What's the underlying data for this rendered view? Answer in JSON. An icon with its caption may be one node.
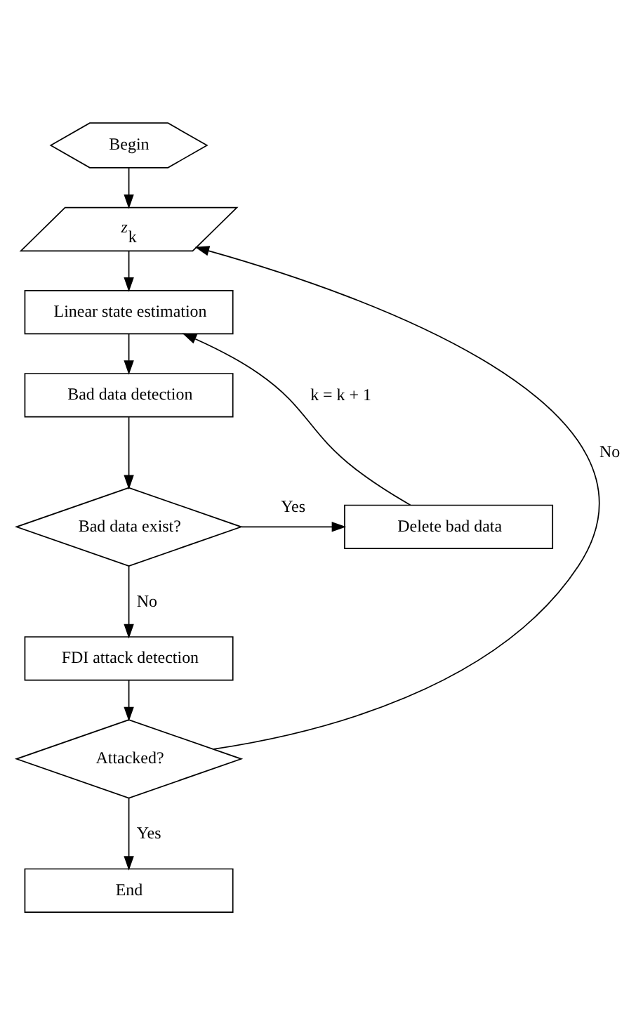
{
  "diagram": {
    "nodes": [
      {
        "text": [
          "Begin"
        ]
      },
      {
        "text": [
          "*z*$_{k}$"
        ]
      },
      {
        "text": [
          "Linear state estimation"
        ]
      },
      {
        "text": [
          "Bad data detection"
        ]
      },
      {
        "text": [
          "Bad data exist?"
        ]
      },
      {
        "text": [
          "Delete bad data"
        ]
      },
      {
        "text": [
          "FDI attack detection"
        ]
      },
      {
        "text": [
          "Attacked?"
        ]
      },
      {
        "text": [
          "End"
        ]
      }
    ],
    "edges": [
      {
        "from": 0,
        "to": 1,
        "arrow": "to"
      },
      {
        "from": 1,
        "to": 2,
        "arrow": "to"
      },
      {
        "from": 2,
        "to": 3,
        "arrow": "to"
      },
      {
        "from": 3,
        "to": 4,
        "arrow": "to"
      },
      {
        "from": 4,
        "to": 5,
        "arrow": "to",
        "label": "Yes"
      },
      {
        "from": 5,
        "to": 2,
        "arrow": "to",
        "label": "k = k + 1"
      },
      {
        "from": 4,
        "to": 6,
        "arrow": "to",
        "label": "No"
      },
      {
        "from": 6,
        "to": 7,
        "arrow": "to"
      },
      {
        "from": 7,
        "to": 1,
        "arrow": "to",
        "label": "No"
      },
      {
        "from": 7,
        "to": 8,
        "arrow": "to",
        "label": "Yes"
      }
    ]
  }
}
